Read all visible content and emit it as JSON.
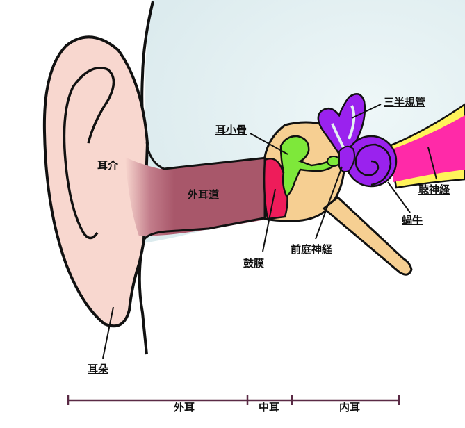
{
  "labels": {
    "auricle": "耳介",
    "ear_canal": "外耳道",
    "earlobe": "耳朵",
    "ossicles": "耳小骨",
    "eardrum": "鼓膜",
    "semicircular_canals": "三半規管",
    "cochlea": "蝸牛",
    "auditory_nerve": "聴神経",
    "vestibular_nerve": "前庭神経"
  },
  "sections": {
    "outer": "外耳",
    "middle": "中耳",
    "inner": "内耳"
  },
  "colors": {
    "sky": "#e3f0f2",
    "skin": "#f8d7cf",
    "canal": "#a8576a",
    "eardrum": "#ee1c5a",
    "ossicles": "#7ee83a",
    "middle_ear": "#f6cf92",
    "labyrinth": "#9a22ee",
    "nerve_pink": "#ff2aa8",
    "nerve_yellow": "#fff35a",
    "scale": "#5a2a45"
  }
}
